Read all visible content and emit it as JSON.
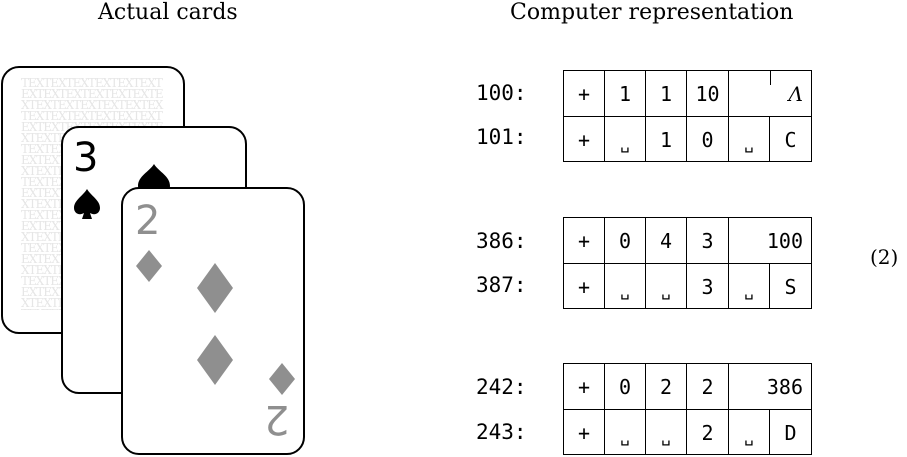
{
  "headings": {
    "left": "Actual cards",
    "right": "Computer representation"
  },
  "cards": {
    "back_pattern_text": "TEXTEXTEXTEXTEXTEXTEXTEXTEXTEXTEXTEXTEXTEXTEXTEXTEXTEXTEXTEXTEXTEXTEXTEXTEXTEXTEXTEXTEXTEXTEXTEXTEXTEXTEXTEXTEXTEXTEXTEXTEXTEXTEXTEXTEXTEXTEXTEXTEXTEXTEXTEXTEXTEXTEXTEXTEXTEXTEXTEXTEXTEXTEXTEXTEXTEXTEXTEXTEXTEXTEXTEXTEXTEXTEXTEXTEXTEXTEXTEXTEXTEXTEXTEXTEXTEXTEXTEXTEXTEXTEXTEXTEXTEXTEXTEXTEXTEXTEXTEXTEXTEXTEXTEXTEXTEXTEXTEXTEXTEXTEXTEXTEXTEXTEXTEXTEXTEXTEXTEXTEXTEXTEXTEXTEXTEXTEXTEXTEXTEXTEXTEXTEXTEXTEXTEXTEXTEXTEXTEXTEXTEXTEXTEXTEXTEXTEXTEXTEXTEXTEXTEXTEXTEXTEXTEXTEXTEXTEXTEXTEXTEXTEXTEXTEXTEXTEXTEXTEXTEXTEXTEXTEXTEXTEXTEXTEXTEXTEXTEXTEXTEXTEXTEXTEXTEXTEXTEXTEXTEX",
    "three_rank": "3",
    "two_rank": "2",
    "spade_color": "#000000",
    "diamond_color": "#8f8f8f"
  },
  "records": [
    {
      "addr1": "100:",
      "addr2": "101:",
      "row1": [
        "+",
        "1",
        "1",
        "10",
        "Λ"
      ],
      "row2": [
        "+",
        "␣",
        "1",
        "0",
        "␣",
        "C"
      ]
    },
    {
      "addr1": "386:",
      "addr2": "387:",
      "row1": [
        "+",
        "0",
        "4",
        "3",
        "100"
      ],
      "row2": [
        "+",
        "␣",
        "␣",
        "3",
        "␣",
        "S"
      ]
    },
    {
      "addr1": "242:",
      "addr2": "243:",
      "row1": [
        "+",
        "0",
        "2",
        "2",
        "386"
      ],
      "row2": [
        "+",
        "␣",
        "␣",
        "2",
        "␣",
        "D"
      ]
    }
  ],
  "equation_number": "(2)"
}
